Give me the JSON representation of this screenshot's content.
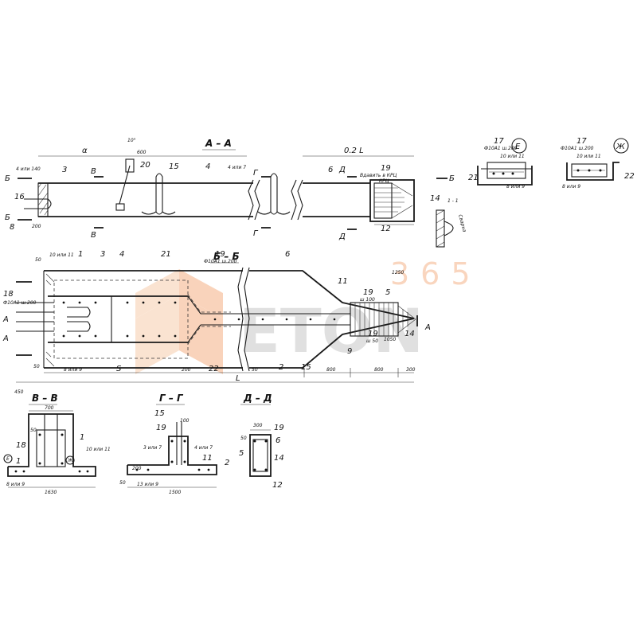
{
  "watermark": {
    "number": "365",
    "text": "ETON"
  },
  "sections": {
    "aa": "А – А",
    "bb": "Б – Б",
    "vv": "В – В",
    "gg": "Г – Г",
    "dd": "Д – Д",
    "e_node": "Е",
    "zh_node": "Ж"
  },
  "labels": {
    "n1": "1",
    "n2": "2",
    "n3": "3",
    "n4": "4",
    "n5": "5",
    "n6": "6",
    "n8": "8",
    "n9": "9",
    "n11": "11",
    "n12": "12",
    "n14": "14",
    "n15": "15",
    "n16": "16",
    "n17": "17",
    "n18": "18",
    "n19": "19",
    "n20": "20",
    "n21": "21",
    "n22": "22",
    "or7": "4 или 7",
    "or9": "8 или 9",
    "or11": "10 или 11",
    "or9b": "13 или 9",
    "or7b": "3 или 7",
    "or140": "4 или 140",
    "f12": "Ф10А1 ш.200",
    "f12b": "Ф10А1 ш.200",
    "sh100": "ш 100",
    "sh50": "ш 50",
    "svarka": "Сварка",
    "kpc": "Вдавить в КРЦ",
    "kpcb": "КРЦ",
    "tt": "1 - 1",
    "mark_b": "Б",
    "mark_v": "В",
    "mark_g": "Г",
    "mark_d": "Д",
    "mark_a": "А",
    "s": "S",
    "l": "L"
  },
  "dims": {
    "d600": "600",
    "d200": "200",
    "d50": "50",
    "d1250": "1250",
    "d1050": "1050",
    "d800": "800",
    "d300": "300",
    "d450": "450",
    "d700": "700",
    "d1630": "1630",
    "d1500": "1500",
    "d100": "100",
    "d02l": "0.2 L",
    "alpha": "α",
    "angle": "10°"
  }
}
